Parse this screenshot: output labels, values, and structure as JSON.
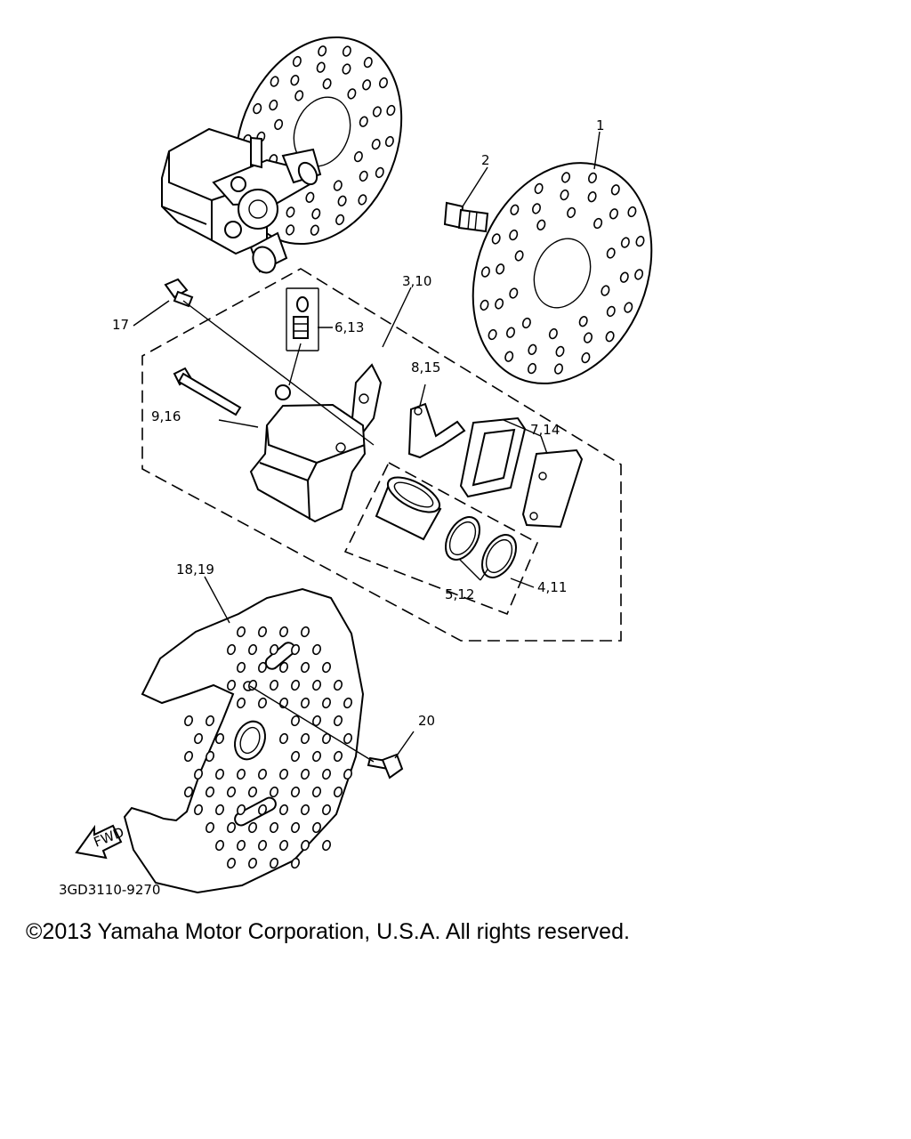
{
  "diagram": {
    "callouts": {
      "p1": "1",
      "p2": "2",
      "p3_10": "3,10",
      "p17": "17",
      "p6_13": "6,13",
      "p8_15": "8,15",
      "p9_16": "9,16",
      "p7_14": "7,14",
      "p18_19": "18,19",
      "p5_12": "5,12",
      "p4_11": "4,11",
      "p20": "20"
    },
    "fwd_label": "FWD",
    "drawing_number": "3GD3110-9270"
  },
  "footer": {
    "copyright": "©2013 Yamaha Motor Corporation, U.S.A. All rights reserved."
  }
}
